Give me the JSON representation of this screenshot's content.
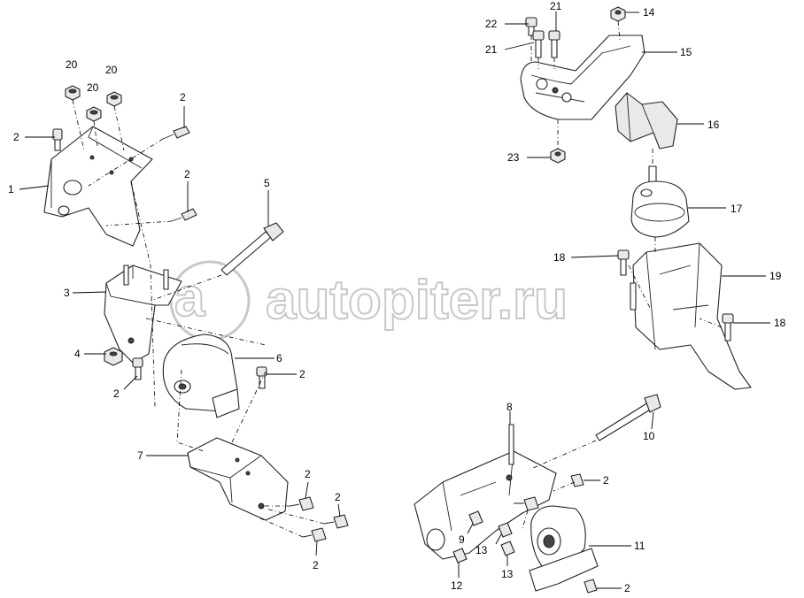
{
  "watermark": {
    "text": "autopiter.ru"
  },
  "callouts": {
    "c1": "1",
    "c2a": "2",
    "c2b": "2",
    "c2c": "2",
    "c2d": "2",
    "c2e": "2",
    "c2f": "2",
    "c2g": "2",
    "c2h": "2",
    "c2i": "2",
    "c2j": "2",
    "c3": "3",
    "c4": "4",
    "c5": "5",
    "c6": "6",
    "c7": "7",
    "c8": "8",
    "c9": "9",
    "c10": "10",
    "c11": "11",
    "c12": "12",
    "c13a": "13",
    "c13b": "13",
    "c14": "14",
    "c15": "15",
    "c16": "16",
    "c17": "17",
    "c18a": "18",
    "c18b": "18",
    "c19": "19",
    "c20a": "20",
    "c20b": "20",
    "c20c": "20",
    "c21a": "21",
    "c21b": "21",
    "c22": "22",
    "c23": "23"
  }
}
